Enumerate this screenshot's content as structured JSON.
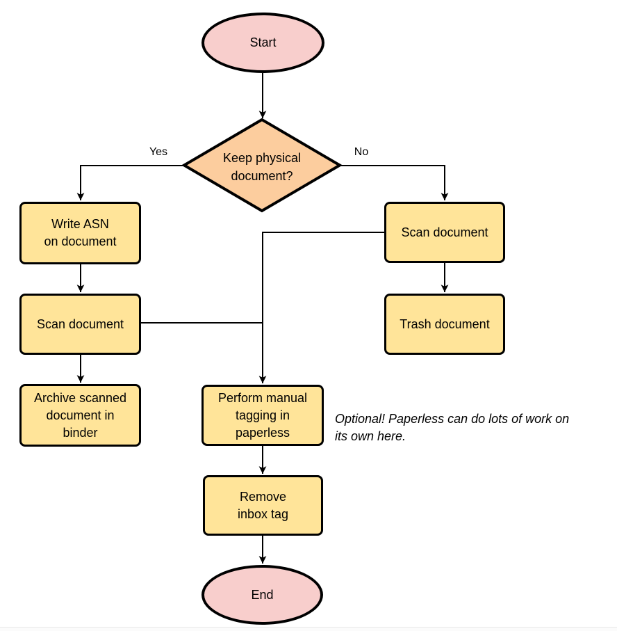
{
  "colors": {
    "terminator_fill": "#f8cecc",
    "decision_fill": "#fccd9e",
    "process_fill": "#ffe499",
    "stroke": "#000000"
  },
  "nodes": {
    "start": {
      "label": "Start",
      "type": "terminator"
    },
    "decision": {
      "label": "Keep physical\ndocument?",
      "type": "decision"
    },
    "write_asn": {
      "label": "Write ASN\non document",
      "type": "process"
    },
    "scan_left": {
      "label": "Scan document",
      "type": "process"
    },
    "archive": {
      "label": "Archive scanned\ndocument in\nbinder",
      "type": "process"
    },
    "scan_right": {
      "label": "Scan document",
      "type": "process"
    },
    "trash": {
      "label": "Trash document",
      "type": "process"
    },
    "tagging": {
      "label": "Perform manual\ntagging in\npaperless",
      "type": "process"
    },
    "remove_inbox": {
      "label": "Remove\ninbox tag",
      "type": "process"
    },
    "end": {
      "label": "End",
      "type": "terminator"
    }
  },
  "edge_labels": {
    "yes": "Yes",
    "no": "No"
  },
  "note": {
    "text": "Optional! Paperless can do lots of work on\nits own here."
  }
}
